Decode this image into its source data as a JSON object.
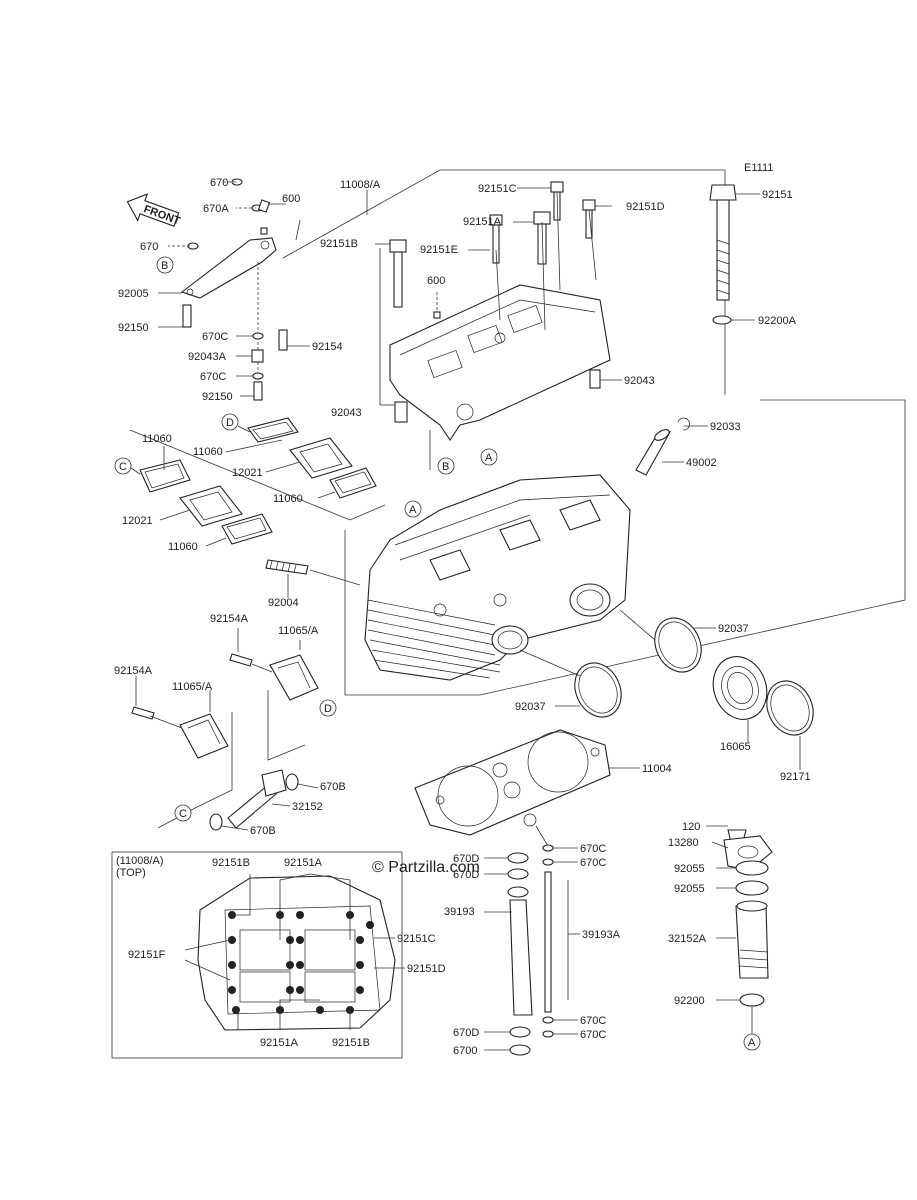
{
  "diagram_code": "E1111",
  "watermark": "© Partzilla.com",
  "front_label": "FRONT",
  "inset": {
    "title": "(11008/A)",
    "subtitle": "(TOP)"
  },
  "labels": {
    "l_670_1": "670",
    "l_670A": "670A",
    "l_600_1": "600",
    "l_11008A": "11008/A",
    "l_92151C_top": "92151C",
    "l_92151_right": "92151",
    "l_670_2": "670",
    "l_92151A_top": "92151A",
    "l_92151D_top": "92151D",
    "l_92005": "92005",
    "l_92151E": "92151E",
    "l_92150_1": "92150",
    "l_92151B_top": "92151B",
    "l_600_2": "600",
    "l_670C_1": "670C",
    "l_92154": "92154",
    "l_92200A": "92200A",
    "l_92043A": "92043A",
    "l_670C_2": "670C",
    "l_92043_1": "92043",
    "l_92150_2": "92150",
    "l_92043_2": "92043",
    "l_92033": "92033",
    "l_11060_1": "11060",
    "l_11060_2": "11060",
    "l_49002": "49002",
    "l_12021_1": "12021",
    "l_11060_3": "11060",
    "l_12021_2": "12021",
    "l_11060_4": "11060",
    "l_92004": "92004",
    "l_92154A_1": "92154A",
    "l_11065A_1": "11065/A",
    "l_92037_1": "92037",
    "l_92154A_2": "92154A",
    "l_11065A_2": "11065/A",
    "l_92037_2": "92037",
    "l_16065": "16065",
    "l_92171": "92171",
    "l_11004": "11004",
    "l_670B_1": "670B",
    "l_32152": "32152",
    "l_670B_2": "670B",
    "l_120": "120",
    "l_13280": "13280",
    "l_670C_3": "670C",
    "l_670D_1": "670D",
    "l_670C_4": "670C",
    "l_670D_2": "670D",
    "l_92055_1": "92055",
    "l_92055_2": "92055",
    "l_39193": "39193",
    "l_39193A": "39193A",
    "l_32152A": "32152A",
    "l_92200": "92200",
    "l_670C_5": "670C",
    "l_670C_6": "670C",
    "l_670D_3": "670D",
    "l_6700": "6700",
    "l_in_92151B_t": "92151B",
    "l_in_92151A_t": "92151A",
    "l_in_92151C": "92151C",
    "l_in_92151F": "92151F",
    "l_in_92151D": "92151D",
    "l_in_92151A_b": "92151A",
    "l_in_92151B_b": "92151B"
  },
  "callouts": {
    "B_1": "B",
    "B_2": "B",
    "C_1": "C",
    "C_2": "C",
    "D_1": "D",
    "D_2": "D",
    "A_1": "A",
    "A_2": "A",
    "A_3": "A"
  }
}
